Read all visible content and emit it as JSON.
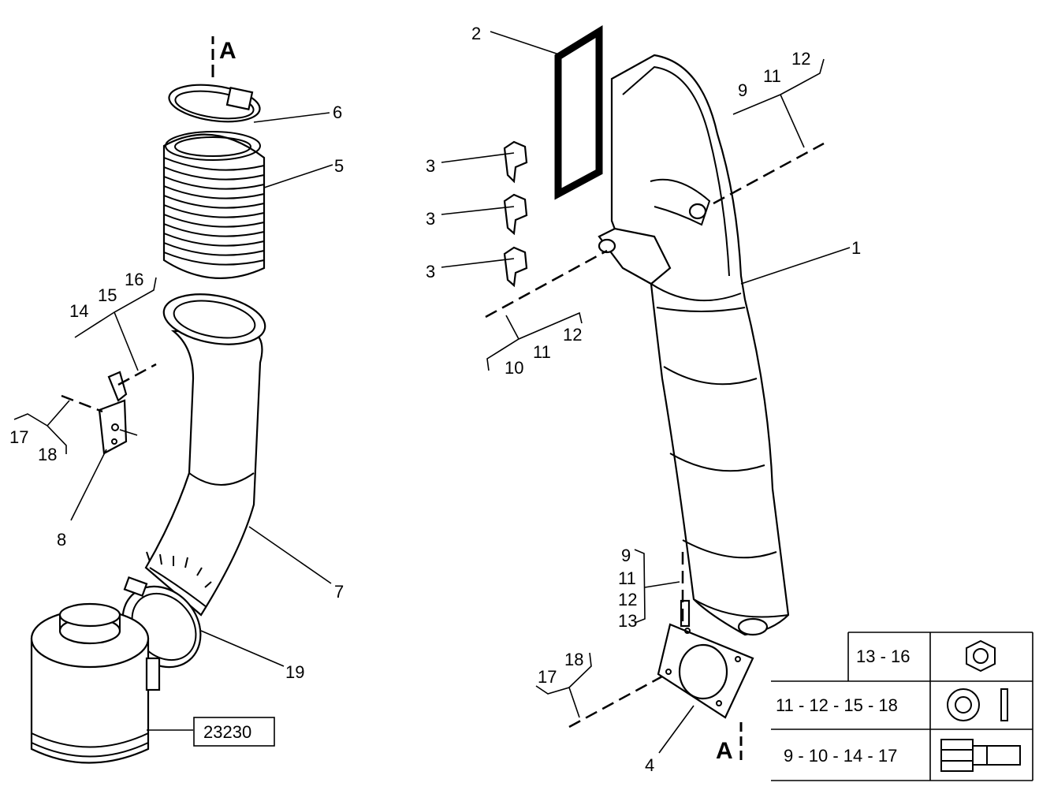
{
  "callouts": {
    "c1": "1",
    "c2": "2",
    "c3a": "3",
    "c3b": "3",
    "c3c": "3",
    "c4": "4",
    "c5": "5",
    "c6": "6",
    "c7": "7",
    "c8": "8",
    "c9a": "9",
    "c11a": "11",
    "c12a": "12",
    "c10b": "10",
    "c11b": "11",
    "c12b": "12",
    "c9c": "9",
    "c11c": "11",
    "c12c": "12",
    "c13c": "13",
    "c14": "14",
    "c15": "15",
    "c16": "16",
    "c17a": "17",
    "c18a": "18",
    "c17b": "17",
    "c18b": "18",
    "c19": "19"
  },
  "section_marker_top": "A",
  "section_marker_bottom": "A",
  "reference_box": "23230",
  "fastener_table": {
    "rows": [
      {
        "parts": "13 - 16",
        "icon": "hex-nut-icon"
      },
      {
        "parts": "11 - 12 - 15 - 18",
        "icon": "washer-icon"
      },
      {
        "parts": "9 - 10 - 14 - 17",
        "icon": "hex-bolt-icon"
      }
    ]
  }
}
